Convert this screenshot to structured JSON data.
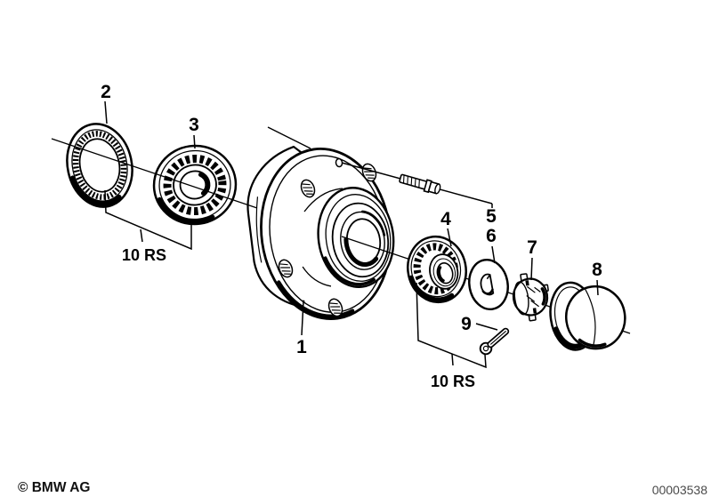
{
  "diagram_colors": {
    "background": "#ffffff",
    "line_art": "#000000",
    "doc_number_text": "#4a4a4a"
  },
  "callouts": {
    "c1": "1",
    "c2": "2",
    "c3": "3",
    "c4": "4",
    "c5": "5",
    "c6": "6",
    "c7": "7",
    "c8": "8",
    "c9": "9"
  },
  "group_labels": {
    "left": "10 RS",
    "right": "10 RS"
  },
  "footer": {
    "copyright": "© BMW AG",
    "document_number": "00003538"
  }
}
